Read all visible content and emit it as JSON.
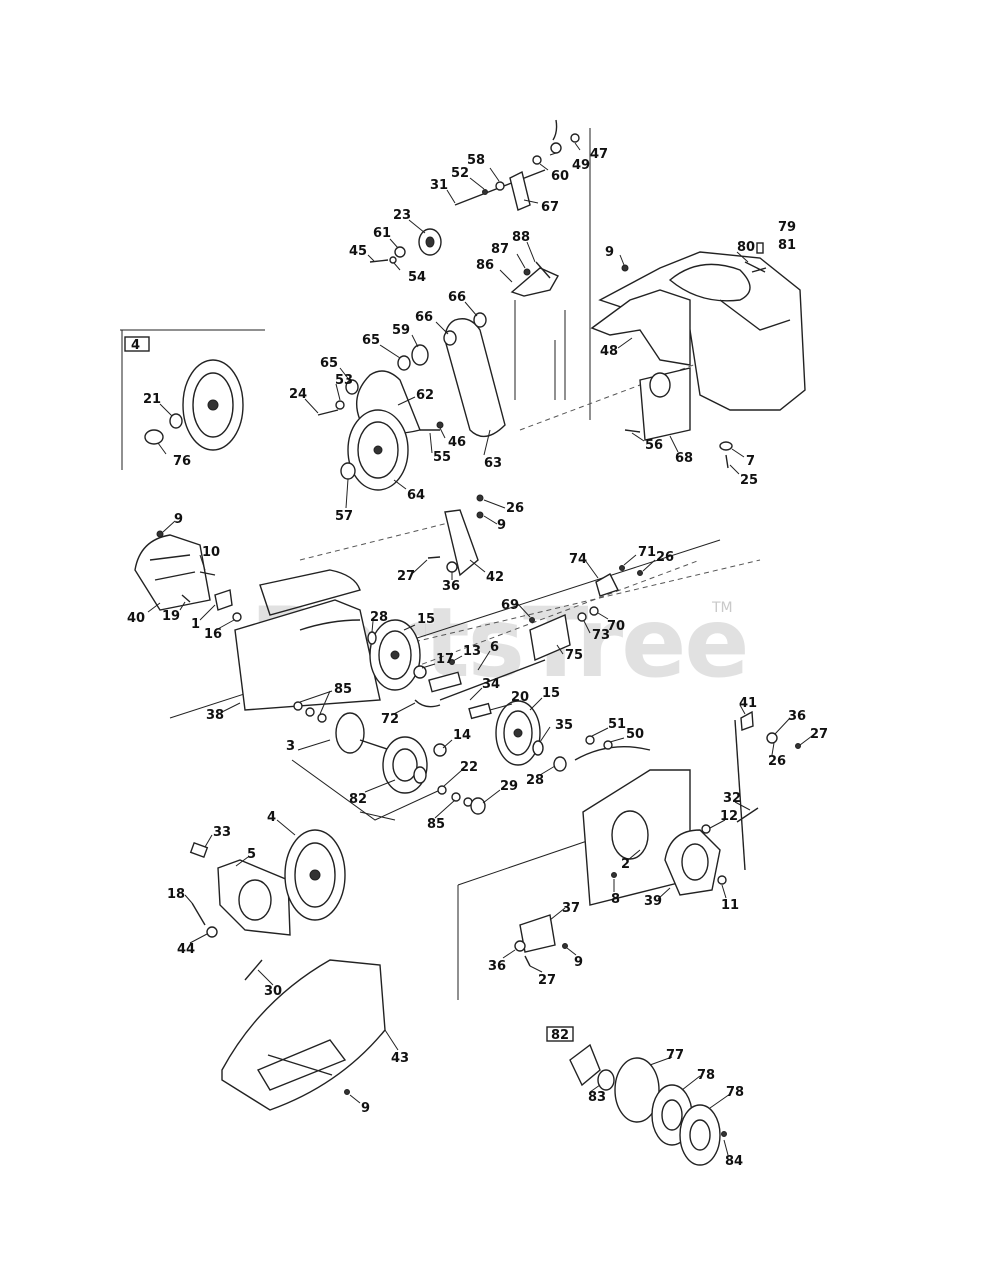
{
  "watermark": {
    "text": "PartsTree",
    "trademark": "TM"
  },
  "inset_boxes": [
    {
      "label": "4"
    },
    {
      "label": "82"
    }
  ],
  "callouts": [
    {
      "id": "c47",
      "label": "47"
    },
    {
      "id": "c49",
      "label": "49"
    },
    {
      "id": "c58",
      "label": "58"
    },
    {
      "id": "c60",
      "label": "60"
    },
    {
      "id": "c52",
      "label": "52"
    },
    {
      "id": "c31",
      "label": "31"
    },
    {
      "id": "c67",
      "label": "67"
    },
    {
      "id": "c23",
      "label": "23"
    },
    {
      "id": "c79",
      "label": "79"
    },
    {
      "id": "c61",
      "label": "61"
    },
    {
      "id": "c88",
      "label": "88"
    },
    {
      "id": "c80",
      "label": "80"
    },
    {
      "id": "c81",
      "label": "81"
    },
    {
      "id": "c45",
      "label": "45"
    },
    {
      "id": "c87",
      "label": "87"
    },
    {
      "id": "c9a",
      "label": "9"
    },
    {
      "id": "c54",
      "label": "54"
    },
    {
      "id": "c86",
      "label": "86"
    },
    {
      "id": "c66a",
      "label": "66"
    },
    {
      "id": "c66b",
      "label": "66"
    },
    {
      "id": "c65a",
      "label": "65"
    },
    {
      "id": "c59",
      "label": "59"
    },
    {
      "id": "c48",
      "label": "48"
    },
    {
      "id": "c65b",
      "label": "65"
    },
    {
      "id": "c53",
      "label": "53"
    },
    {
      "id": "c62",
      "label": "62"
    },
    {
      "id": "c24",
      "label": "24"
    },
    {
      "id": "c21",
      "label": "21"
    },
    {
      "id": "c46",
      "label": "46"
    },
    {
      "id": "c56",
      "label": "56"
    },
    {
      "id": "c55",
      "label": "55"
    },
    {
      "id": "c68",
      "label": "68"
    },
    {
      "id": "c7",
      "label": "7"
    },
    {
      "id": "c76",
      "label": "76"
    },
    {
      "id": "c63",
      "label": "63"
    },
    {
      "id": "c25",
      "label": "25"
    },
    {
      "id": "c64",
      "label": "64"
    },
    {
      "id": "c26a",
      "label": "26"
    },
    {
      "id": "c57",
      "label": "57"
    },
    {
      "id": "c9b",
      "label": "9"
    },
    {
      "id": "c9c",
      "label": "9"
    },
    {
      "id": "c10",
      "label": "10"
    },
    {
      "id": "c74",
      "label": "74"
    },
    {
      "id": "c71",
      "label": "71"
    },
    {
      "id": "c26b",
      "label": "26"
    },
    {
      "id": "c27a",
      "label": "27"
    },
    {
      "id": "c36a",
      "label": "36"
    },
    {
      "id": "c42",
      "label": "42"
    },
    {
      "id": "c40",
      "label": "40"
    },
    {
      "id": "c19",
      "label": "19"
    },
    {
      "id": "c1",
      "label": "1"
    },
    {
      "id": "c16",
      "label": "16"
    },
    {
      "id": "c28a",
      "label": "28"
    },
    {
      "id": "c15a",
      "label": "15"
    },
    {
      "id": "c69",
      "label": "69"
    },
    {
      "id": "c70",
      "label": "70"
    },
    {
      "id": "c73",
      "label": "73"
    },
    {
      "id": "c75",
      "label": "75"
    },
    {
      "id": "c13",
      "label": "13"
    },
    {
      "id": "c17",
      "label": "17"
    },
    {
      "id": "c6",
      "label": "6"
    },
    {
      "id": "c85a",
      "label": "85"
    },
    {
      "id": "c34",
      "label": "34"
    },
    {
      "id": "c38",
      "label": "38"
    },
    {
      "id": "c72",
      "label": "72"
    },
    {
      "id": "c20",
      "label": "20"
    },
    {
      "id": "c15b",
      "label": "15"
    },
    {
      "id": "c41",
      "label": "41"
    },
    {
      "id": "c36b",
      "label": "36"
    },
    {
      "id": "c35",
      "label": "35"
    },
    {
      "id": "c51",
      "label": "51"
    },
    {
      "id": "c50",
      "label": "50"
    },
    {
      "id": "c27b",
      "label": "27"
    },
    {
      "id": "c14",
      "label": "14"
    },
    {
      "id": "c26c",
      "label": "26"
    },
    {
      "id": "c3",
      "label": "3"
    },
    {
      "id": "c22",
      "label": "22"
    },
    {
      "id": "c28b",
      "label": "28"
    },
    {
      "id": "c29",
      "label": "29"
    },
    {
      "id": "c82",
      "label": "82"
    },
    {
      "id": "c85b",
      "label": "85"
    },
    {
      "id": "c32",
      "label": "32"
    },
    {
      "id": "c12",
      "label": "12"
    },
    {
      "id": "c33",
      "label": "33"
    },
    {
      "id": "c4",
      "label": "4"
    },
    {
      "id": "c5",
      "label": "5"
    },
    {
      "id": "c2",
      "label": "2"
    },
    {
      "id": "c18",
      "label": "18"
    },
    {
      "id": "c8",
      "label": "8"
    },
    {
      "id": "c39",
      "label": "39"
    },
    {
      "id": "c11",
      "label": "11"
    },
    {
      "id": "c37",
      "label": "37"
    },
    {
      "id": "c44",
      "label": "44"
    },
    {
      "id": "c36c",
      "label": "36"
    },
    {
      "id": "c9d",
      "label": "9"
    },
    {
      "id": "c27c",
      "label": "27"
    },
    {
      "id": "c30",
      "label": "30"
    },
    {
      "id": "c43",
      "label": "43"
    },
    {
      "id": "c77",
      "label": "77"
    },
    {
      "id": "c78a",
      "label": "78"
    },
    {
      "id": "c78b",
      "label": "78"
    },
    {
      "id": "c83",
      "label": "83"
    },
    {
      "id": "c84",
      "label": "84"
    },
    {
      "id": "c9e",
      "label": "9"
    }
  ]
}
